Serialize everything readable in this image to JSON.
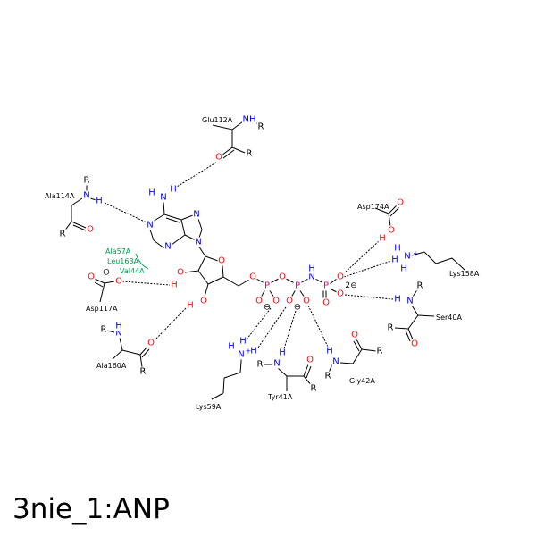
{
  "title": "3nie_1:ANP",
  "colors": {
    "C": "#000000",
    "N": "#0000ff",
    "O": "#ff0d0d",
    "P": "#e0007f",
    "H_N": "#0000ff",
    "H_O": "#ff0d0d",
    "hydrophobic": "#00a050",
    "hbond": "#000000"
  },
  "residues": [
    "Glu112A",
    "Ala114A",
    "Asp117A",
    "Ala160A",
    "Lys59A",
    "Tyr41A",
    "Gly42A",
    "Ser40A",
    "Lys158A",
    "Asp174A"
  ],
  "hydrophobic_residues": [
    "Ala57A",
    "Leu163A",
    "Val44A"
  ],
  "charges": {
    "minus": "⊖",
    "double_minus": "2⊖",
    "plus": "+"
  },
  "atoms": [
    {
      "s": "NH",
      "e": "N"
    },
    {
      "s": "R",
      "e": "C"
    },
    {
      "s": "R",
      "e": "C"
    },
    {
      "s": "O",
      "e": "O"
    },
    {
      "s": "R",
      "e": "C"
    },
    {
      "s": "N",
      "e": "N"
    },
    {
      "s": "H",
      "e": "N"
    },
    {
      "s": "O",
      "e": "O"
    },
    {
      "s": "R",
      "e": "C"
    },
    {
      "s": "H",
      "e": "N"
    },
    {
      "s": "N",
      "e": "N"
    },
    {
      "s": "H",
      "e": "N"
    },
    {
      "s": "N",
      "e": "N"
    },
    {
      "s": "N",
      "e": "N"
    },
    {
      "s": "N",
      "e": "N"
    },
    {
      "s": "N",
      "e": "N"
    },
    {
      "s": "O",
      "e": "O"
    },
    {
      "s": "O",
      "e": "O"
    },
    {
      "s": "H",
      "e": "O"
    },
    {
      "s": "O",
      "e": "O"
    },
    {
      "s": "H",
      "e": "O"
    },
    {
      "s": "O",
      "e": "O"
    },
    {
      "s": "P",
      "e": "P"
    },
    {
      "s": "O",
      "e": "O"
    },
    {
      "s": "O",
      "e": "O"
    },
    {
      "s": "O",
      "e": "O"
    },
    {
      "s": "P",
      "e": "P"
    },
    {
      "s": "O",
      "e": "O"
    },
    {
      "s": "O",
      "e": "O"
    },
    {
      "s": "N",
      "e": "N"
    },
    {
      "s": "H",
      "e": "N"
    },
    {
      "s": "P",
      "e": "P"
    },
    {
      "s": "O",
      "e": "O"
    },
    {
      "s": "O",
      "e": "O"
    },
    {
      "s": "O",
      "e": "O"
    },
    {
      "s": "O",
      "e": "O"
    },
    {
      "s": "O",
      "e": "O"
    },
    {
      "s": "H",
      "e": "O"
    },
    {
      "s": "H",
      "e": "N"
    },
    {
      "s": "N",
      "e": "N"
    },
    {
      "s": "H",
      "e": "N"
    },
    {
      "s": "H",
      "e": "N"
    },
    {
      "s": "R",
      "e": "C"
    },
    {
      "s": "N",
      "e": "N"
    },
    {
      "s": "H",
      "e": "N"
    },
    {
      "s": "R",
      "e": "C"
    },
    {
      "s": "O",
      "e": "O"
    },
    {
      "s": "N",
      "e": "N"
    },
    {
      "s": "H",
      "e": "N"
    },
    {
      "s": "H",
      "e": "N"
    },
    {
      "s": "H",
      "e": "N"
    },
    {
      "s": "R",
      "e": "C"
    },
    {
      "s": "N",
      "e": "N"
    },
    {
      "s": "H",
      "e": "N"
    },
    {
      "s": "O",
      "e": "O"
    },
    {
      "s": "R",
      "e": "C"
    },
    {
      "s": "H",
      "e": "N"
    },
    {
      "s": "N",
      "e": "N"
    },
    {
      "s": "R",
      "e": "C"
    },
    {
      "s": "O",
      "e": "O"
    },
    {
      "s": "R",
      "e": "C"
    },
    {
      "s": "O",
      "e": "O"
    },
    {
      "s": "O",
      "e": "O"
    },
    {
      "s": "R",
      "e": "C"
    },
    {
      "s": "N",
      "e": "N"
    },
    {
      "s": "H",
      "e": "N"
    },
    {
      "s": "O",
      "e": "O"
    },
    {
      "s": "R",
      "e": "C"
    }
  ]
}
